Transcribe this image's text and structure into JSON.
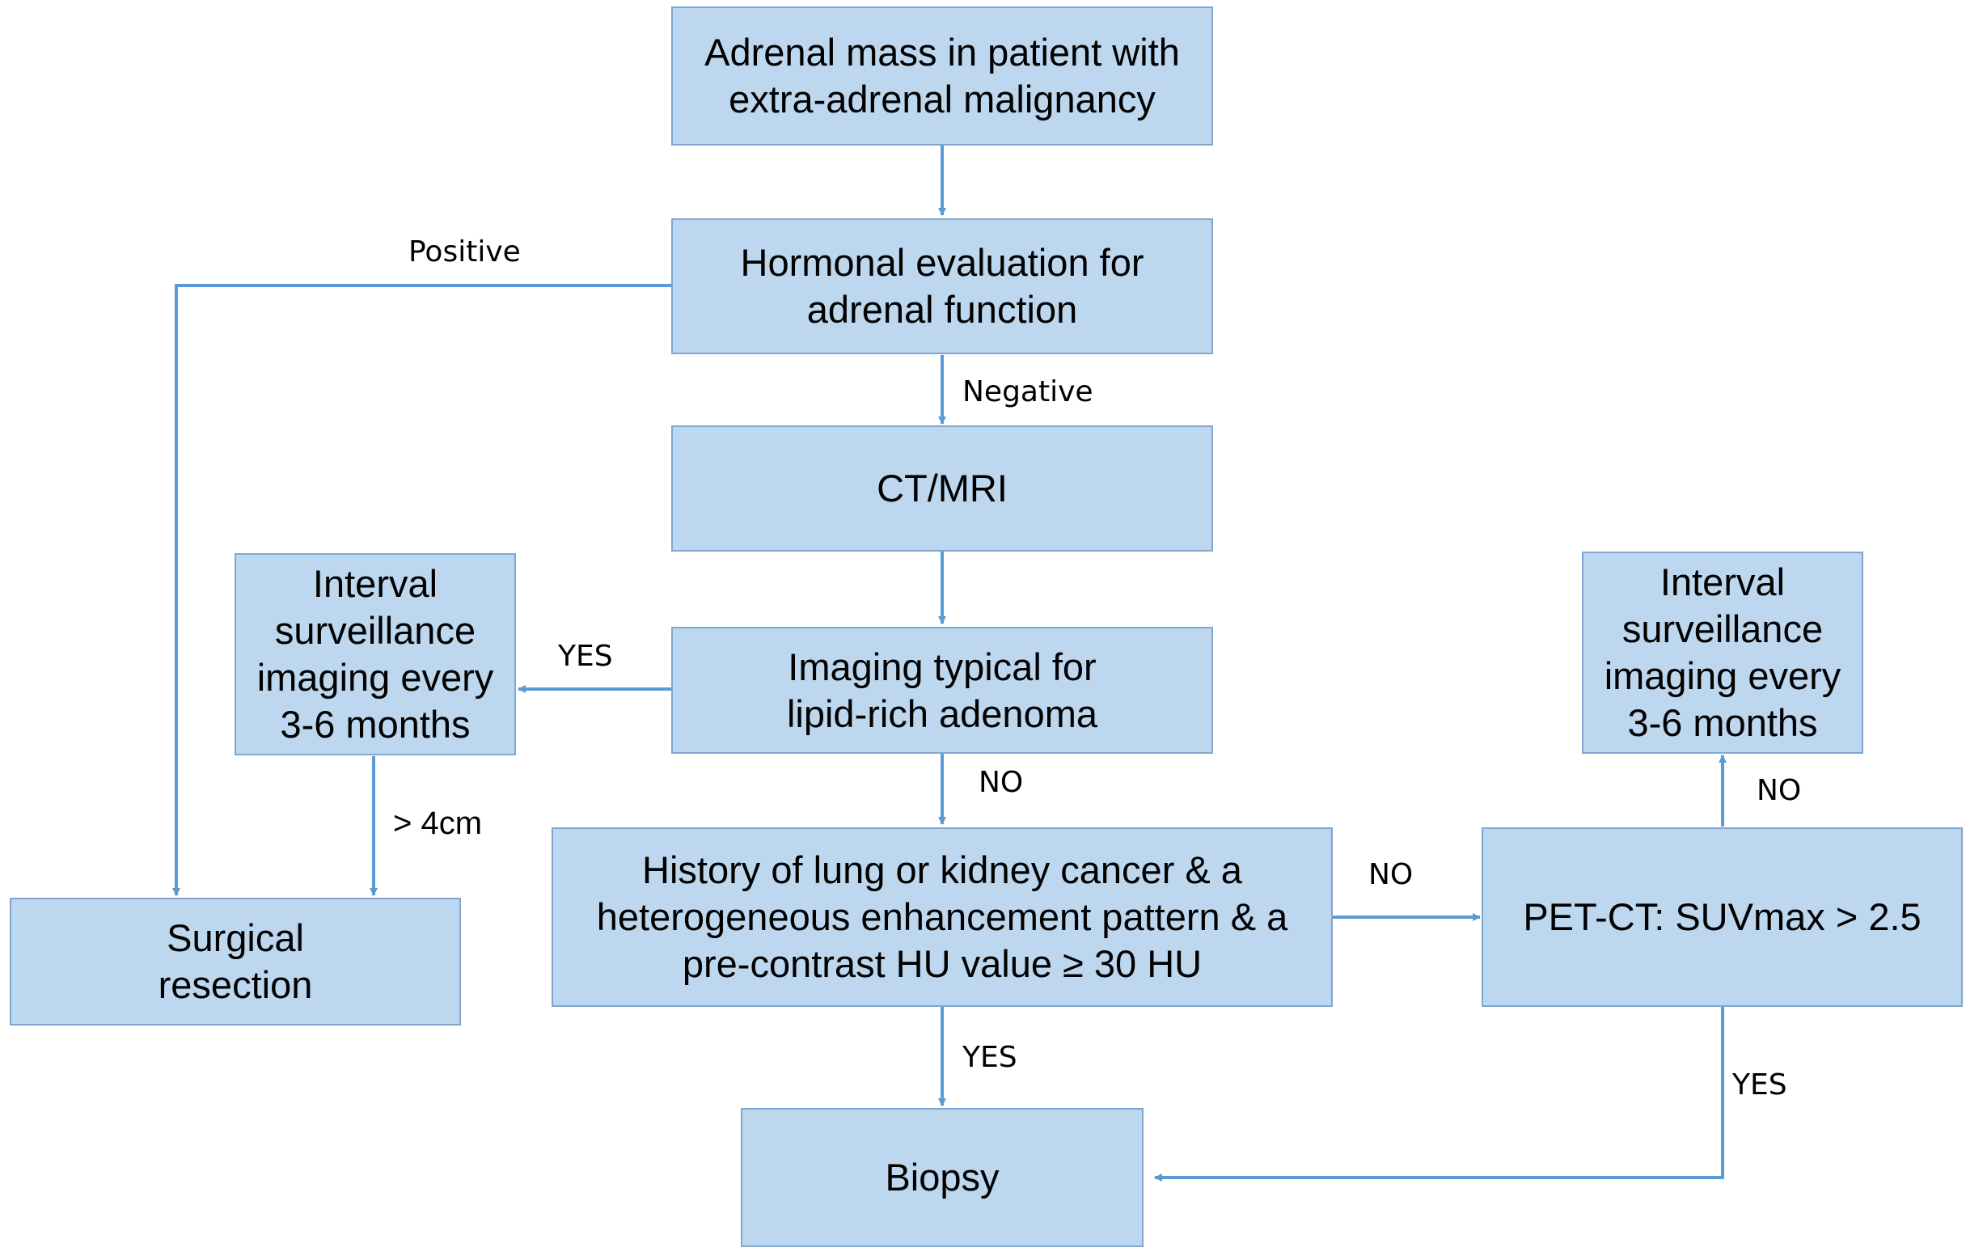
{
  "nodes": {
    "start": [
      "Adrenal mass in patient with",
      "extra-adrenal malignancy"
    ],
    "hormonal": [
      "Hormonal evaluation for",
      "adrenal function"
    ],
    "ctmri": [
      "CT/MRI"
    ],
    "imaging_typical": [
      "Imaging typical for",
      "lipid-rich adenoma"
    ],
    "surveillance_left": [
      "Interval",
      "surveillance",
      "imaging every",
      "3-6 months"
    ],
    "surveillance_right": [
      "Interval",
      "surveillance",
      "imaging every",
      "3-6 months"
    ],
    "history": [
      "History of lung or kidney cancer & a",
      "heterogeneous enhancement pattern & a",
      "pre-contrast HU value ≥ 30 HU"
    ],
    "pet_ct": [
      "PET-CT: SUVmax > 2.5"
    ],
    "surgical": [
      "Surgical",
      "resection"
    ],
    "biopsy": [
      "Biopsy"
    ]
  },
  "edge_labels": {
    "positive": "Positive",
    "negative": "Negative",
    "yes_surveillance": "YES",
    "no_history": "NO",
    "size": "> 4cm",
    "no_pet": "NO",
    "no_surveillance": "NO",
    "yes_biopsy": "YES",
    "yes_pet_biopsy": "YES"
  },
  "colors": {
    "box_fill": "#bdd7ee",
    "box_border": "#7fa7cf",
    "arrow": "#5b9bd5"
  }
}
